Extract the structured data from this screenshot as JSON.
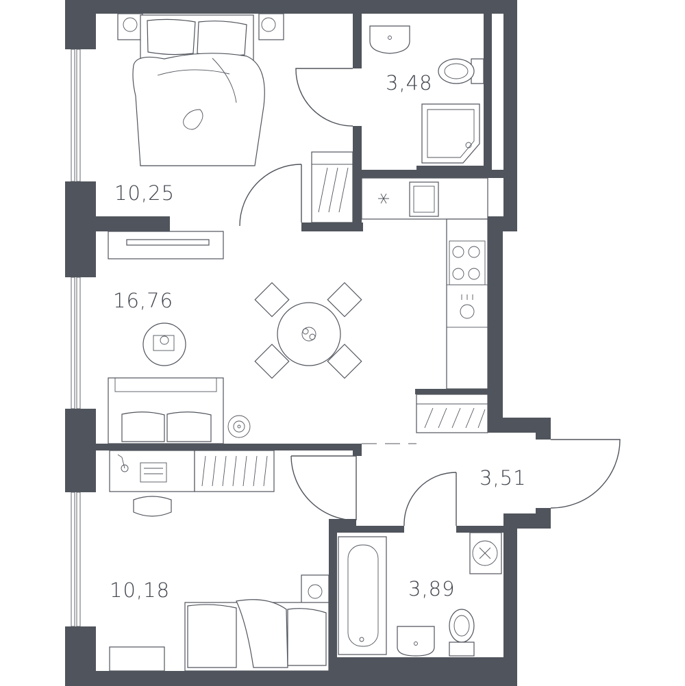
{
  "rooms": [
    {
      "id": "bedroom-1",
      "area": "10,25"
    },
    {
      "id": "bathroom-1",
      "area": "3,48"
    },
    {
      "id": "living-kitchen",
      "area": "16,76"
    },
    {
      "id": "hallway",
      "area": "3,51"
    },
    {
      "id": "bedroom-2",
      "area": "10,18"
    },
    {
      "id": "bathroom-2",
      "area": "3,89"
    }
  ],
  "colors": {
    "wall": "#50545c",
    "text": "#3f434b",
    "background": "#ffffff"
  }
}
